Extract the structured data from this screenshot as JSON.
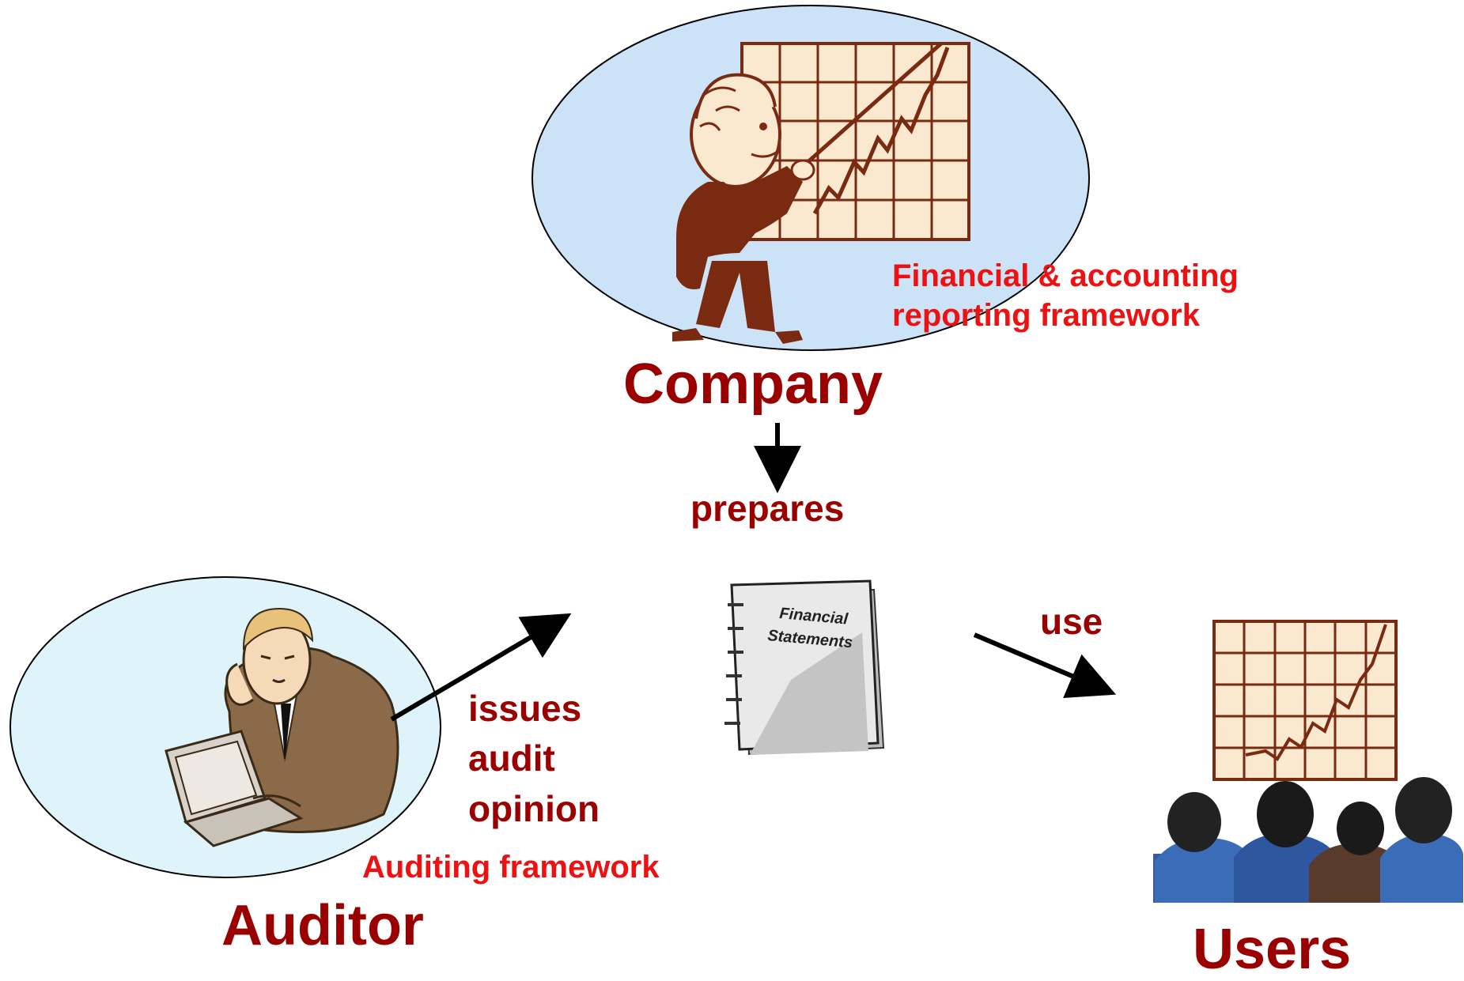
{
  "diagram": {
    "company": {
      "label": "Company",
      "framework_line1": "Financial & accounting",
      "framework_line2": "reporting framework"
    },
    "auditor": {
      "label": "Auditor",
      "framework": "Auditing framework"
    },
    "users": {
      "label": "Users"
    },
    "document": {
      "title_line1": "Financial",
      "title_line2": "Statements"
    },
    "edges": {
      "prepares": "prepares",
      "use": "use",
      "issues_line1": "issues",
      "issues_line2": "audit",
      "issues_line3": "opinion"
    }
  },
  "colors": {
    "actor_label": "#9b0000",
    "framework_label": "#ee1111",
    "company_ellipse": "#cce3f7",
    "auditor_ellipse": "#dff4fa",
    "chart_paper": "#fbe9cf",
    "chart_lines": "#7a2a10"
  }
}
